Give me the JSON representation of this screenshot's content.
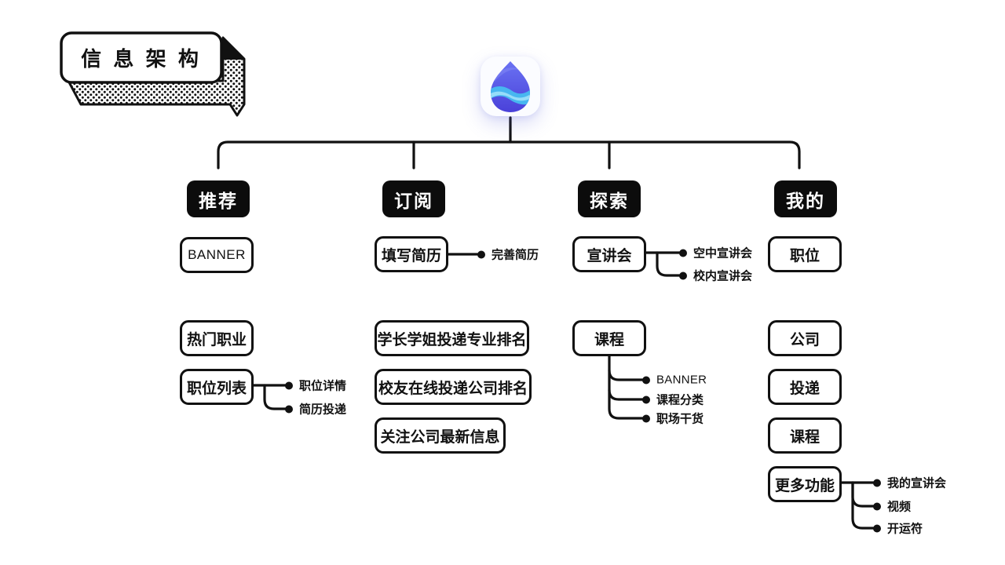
{
  "title": {
    "text": "信 息 架 构"
  },
  "logo": {
    "icon": "water-drop-logo"
  },
  "colors": {
    "line": "#111111",
    "tab_bg": "#0c0c0c",
    "tab_text": "#ffffff",
    "background": "#ffffff",
    "logo_purple_top": "#6a72f3",
    "logo_purple_bottom": "#4a41d9",
    "logo_wave_blue": "#47b7f0",
    "logo_wave_light": "#a5e4fa"
  },
  "columns": [
    {
      "tab": "推荐",
      "nodes": [
        {
          "label": "BANNER"
        },
        {
          "label": "热门职业"
        },
        {
          "label": "职位列表"
        }
      ],
      "leaves": [
        {
          "label": "职位详情"
        },
        {
          "label": "简历投递"
        }
      ]
    },
    {
      "tab": "订阅",
      "nodes": [
        {
          "label": "填写简历"
        },
        {
          "label": "学长学姐投递专业排名"
        },
        {
          "label": "校友在线投递公司排名"
        },
        {
          "label": "关注公司最新信息"
        }
      ],
      "leaves": [
        {
          "label": "完善简历"
        }
      ]
    },
    {
      "tab": "探索",
      "nodes": [
        {
          "label": "宣讲会"
        },
        {
          "label": "课程"
        }
      ],
      "leaves": [
        {
          "label": "空中宣讲会"
        },
        {
          "label": "校内宣讲会"
        },
        {
          "label": "BANNER"
        },
        {
          "label": "课程分类"
        },
        {
          "label": "职场干货"
        }
      ]
    },
    {
      "tab": "我的",
      "nodes": [
        {
          "label": "职位"
        },
        {
          "label": "公司"
        },
        {
          "label": "投递"
        },
        {
          "label": "课程"
        },
        {
          "label": "更多功能"
        }
      ],
      "leaves": [
        {
          "label": "我的宣讲会"
        },
        {
          "label": "视频"
        },
        {
          "label": "开运符"
        }
      ]
    }
  ]
}
